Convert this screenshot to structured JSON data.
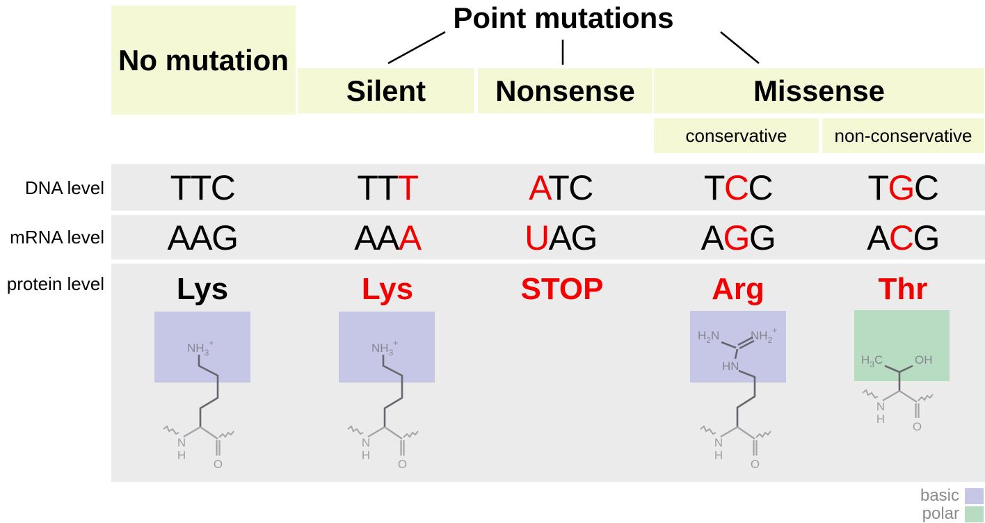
{
  "title": "Point mutations",
  "no_mutation_label": "No mutation",
  "branches": [
    "Silent",
    "Nonsense",
    "Missense"
  ],
  "missense_subtypes": [
    "conservative",
    "non-conservative"
  ],
  "row_labels": [
    "DNA level",
    "mRNA level",
    "protein level"
  ],
  "columns": [
    {
      "name": "no-mutation",
      "dna": {
        "text": "TTC",
        "red_index": -1
      },
      "mrna": {
        "text": "AAG",
        "red_index": -1
      },
      "protein": {
        "text": "Lys",
        "color": "black"
      },
      "structure": "lysine",
      "structure_class": "basic"
    },
    {
      "name": "silent",
      "dna": {
        "text": "TTT",
        "red_index": 2
      },
      "mrna": {
        "text": "AAA",
        "red_index": 2
      },
      "protein": {
        "text": "Lys",
        "color": "red"
      },
      "structure": "lysine",
      "structure_class": "basic"
    },
    {
      "name": "nonsense",
      "dna": {
        "text": "ATC",
        "red_index": 0
      },
      "mrna": {
        "text": "UAG",
        "red_index": 0
      },
      "protein": {
        "text": "STOP",
        "color": "red"
      },
      "structure": null,
      "structure_class": null
    },
    {
      "name": "missense-conservative",
      "dna": {
        "text": "TCC",
        "red_index": 1
      },
      "mrna": {
        "text": "AGG",
        "red_index": 1
      },
      "protein": {
        "text": "Arg",
        "color": "red"
      },
      "structure": "arginine",
      "structure_class": "basic"
    },
    {
      "name": "missense-non-conservative",
      "dna": {
        "text": "TGC",
        "red_index": 1
      },
      "mrna": {
        "text": "ACG",
        "red_index": 1
      },
      "protein": {
        "text": "Thr",
        "color": "red"
      },
      "structure": "threonine",
      "structure_class": "polar"
    }
  ],
  "structures": {
    "lysine": {
      "group_parts": [
        "NH",
        "3",
        "+"
      ]
    },
    "arginine": {
      "left_parts": [
        "H",
        "2",
        "N"
      ],
      "right_parts": [
        "NH",
        "2",
        "+"
      ],
      "imine": "HN"
    },
    "threonine": {
      "methyl_parts": [
        "H",
        "3",
        "C"
      ],
      "hydroxyl": "OH"
    },
    "backbone": {
      "nitrogen": "N",
      "hydrogen": "H",
      "oxygen": "O"
    }
  },
  "legend": [
    {
      "label": "basic",
      "color": "#c6c7e6"
    },
    {
      "label": "polar",
      "color": "#b7dcc2"
    }
  ],
  "colors": {
    "highlight_basic": "#c6c7e6",
    "highlight_polar": "#b7dcc2",
    "mutation_red": "#f40000",
    "header_bg": "#f4f8d4",
    "row_bg": "#ebebeb"
  }
}
